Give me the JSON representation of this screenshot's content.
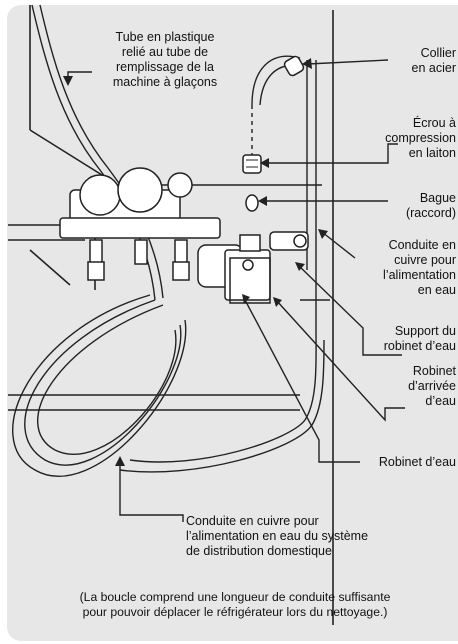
{
  "labels": {
    "plastic_tube": [
      "Tube en plastique",
      "relié au tube de",
      "remplissage de la",
      "machine à glaçons"
    ],
    "steel_clamp": [
      "Collier",
      "en acier"
    ],
    "compression_nut": [
      "Écrou à",
      "compression",
      "en laiton"
    ],
    "ferrule": [
      "Bague",
      "(raccord)"
    ],
    "copper_supply": [
      "Conduite en",
      "cuivre pour",
      "l’alimentation",
      "en eau"
    ],
    "valve_bracket": [
      "Support du",
      "robinet d’eau"
    ],
    "supply_valve": [
      "Robinet",
      "d’arrivée",
      "d’eau"
    ],
    "water_valve": [
      "Robinet d’eau"
    ],
    "household_supply": [
      "Conduite en cuivre pour",
      "l’alimentation en eau du système",
      "de distribution domestique"
    ]
  },
  "caption": [
    "(La boucle comprend une longueur de conduite suffisante",
    "pour pouvoir déplacer le réfrigérateur lors du nettoyage.)"
  ],
  "colors": {
    "panel_background": "#e7e7e7",
    "line_color": "#222222"
  }
}
